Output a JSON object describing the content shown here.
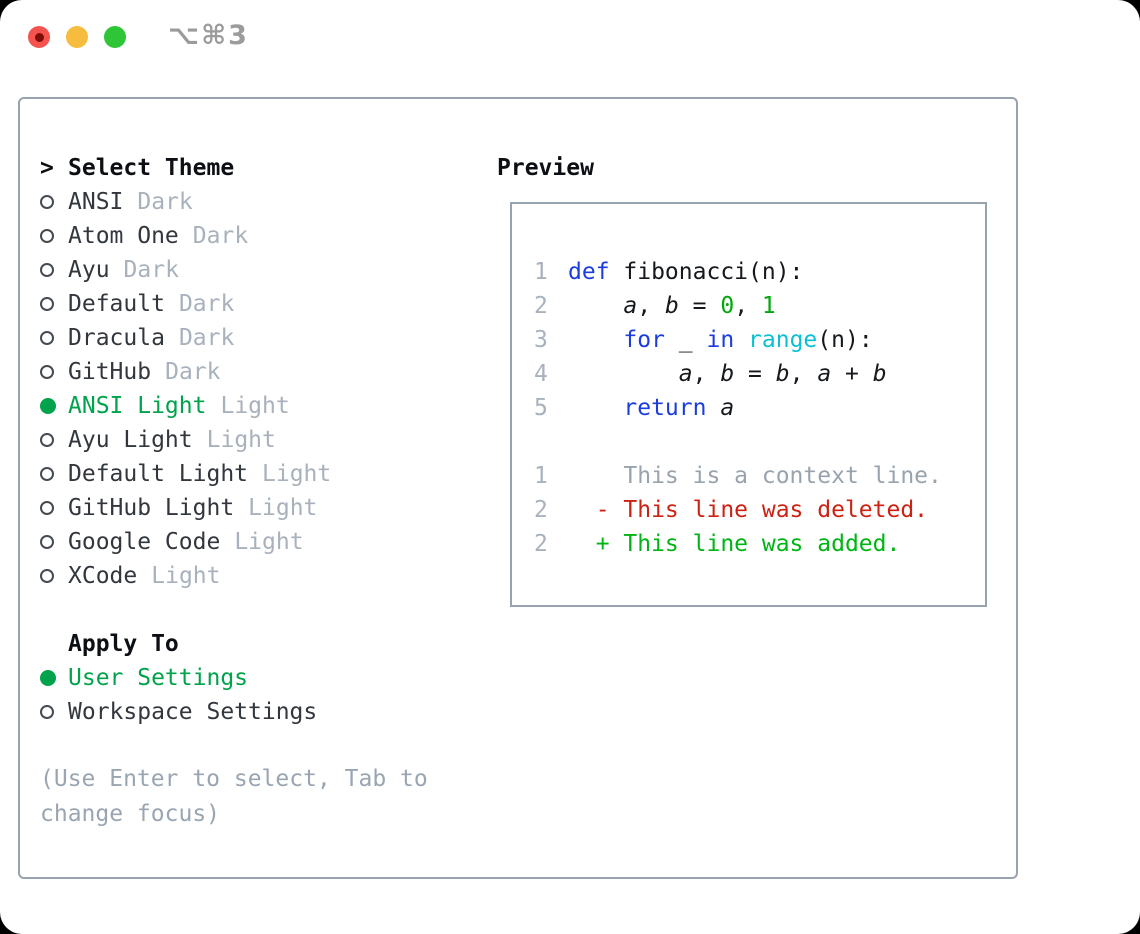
{
  "window": {
    "title": "⌥⌘3",
    "traffic_lights": [
      {
        "name": "close"
      },
      {
        "name": "minimize"
      },
      {
        "name": "zoom"
      }
    ]
  },
  "theme_panel": {
    "prompt": ">",
    "header": "Select Theme",
    "items": [
      {
        "name": "ANSI",
        "tag": "Dark",
        "selected": false
      },
      {
        "name": "Atom One",
        "tag": "Dark",
        "selected": false
      },
      {
        "name": "Ayu",
        "tag": "Dark",
        "selected": false
      },
      {
        "name": "Default",
        "tag": "Dark",
        "selected": false
      },
      {
        "name": "Dracula",
        "tag": "Dark",
        "selected": false
      },
      {
        "name": "GitHub",
        "tag": "Dark",
        "selected": false
      },
      {
        "name": "ANSI Light",
        "tag": "Light",
        "selected": true
      },
      {
        "name": "Ayu Light",
        "tag": "Light",
        "selected": false
      },
      {
        "name": "Default Light",
        "tag": "Light",
        "selected": false
      },
      {
        "name": "GitHub Light",
        "tag": "Light",
        "selected": false
      },
      {
        "name": "Google Code",
        "tag": "Light",
        "selected": false
      },
      {
        "name": "XCode",
        "tag": "Light",
        "selected": false
      }
    ],
    "apply_to": {
      "header": "Apply To",
      "options": [
        {
          "label": "User Settings",
          "selected": true
        },
        {
          "label": "Workspace Settings",
          "selected": false
        }
      ]
    },
    "hint": "(Use Enter to select, Tab to change focus)"
  },
  "preview": {
    "header": "Preview",
    "lines": [
      {
        "num": "1",
        "tokens": [
          {
            "t": "def",
            "c": "kw"
          },
          {
            "t": " fibonacci(n):",
            "c": "plain"
          }
        ]
      },
      {
        "num": "2",
        "tokens": [
          {
            "t": "    ",
            "c": "plain"
          },
          {
            "t": "a",
            "c": "var"
          },
          {
            "t": ", ",
            "c": "plain"
          },
          {
            "t": "b",
            "c": "var"
          },
          {
            "t": " = ",
            "c": "plain"
          },
          {
            "t": "0",
            "c": "num"
          },
          {
            "t": ", ",
            "c": "plain"
          },
          {
            "t": "1",
            "c": "num"
          }
        ]
      },
      {
        "num": "3",
        "tokens": [
          {
            "t": "    ",
            "c": "plain"
          },
          {
            "t": "for",
            "c": "kw"
          },
          {
            "t": " _ ",
            "c": "plain"
          },
          {
            "t": "in",
            "c": "kw"
          },
          {
            "t": " ",
            "c": "plain"
          },
          {
            "t": "range",
            "c": "builtin"
          },
          {
            "t": "(n):",
            "c": "plain"
          }
        ]
      },
      {
        "num": "4",
        "tokens": [
          {
            "t": "        ",
            "c": "plain"
          },
          {
            "t": "a",
            "c": "var"
          },
          {
            "t": ", ",
            "c": "plain"
          },
          {
            "t": "b",
            "c": "var"
          },
          {
            "t": " = ",
            "c": "plain"
          },
          {
            "t": "b",
            "c": "var"
          },
          {
            "t": ", ",
            "c": "plain"
          },
          {
            "t": "a",
            "c": "var"
          },
          {
            "t": " + ",
            "c": "plain"
          },
          {
            "t": "b",
            "c": "var"
          }
        ]
      },
      {
        "num": "5",
        "tokens": [
          {
            "t": "    ",
            "c": "plain"
          },
          {
            "t": "return",
            "c": "kw"
          },
          {
            "t": " ",
            "c": "plain"
          },
          {
            "t": "a",
            "c": "var"
          }
        ]
      },
      {
        "num": "",
        "tokens": []
      },
      {
        "num": "1",
        "tokens": [
          {
            "t": "    This is a context line.",
            "c": "ctx"
          }
        ]
      },
      {
        "num": "2",
        "tokens": [
          {
            "t": "  - This line was deleted.",
            "c": "del"
          }
        ]
      },
      {
        "num": "2",
        "tokens": [
          {
            "t": "  + This line was added.",
            "c": "add"
          }
        ]
      }
    ]
  },
  "colors": {
    "accent_green": "#00a34c",
    "keyword_blue": "#1c3dde",
    "builtin_cyan": "#0cc0d4",
    "number_green": "#00a80e",
    "diff_deleted_red": "#cc2213",
    "diff_added_green": "#00b513",
    "context_gray": "#99a3ad",
    "muted_gray": "#a8b1bc",
    "hint_gray": "#9aa5b2",
    "text_dark": "#2f343a",
    "border_gray": "#99a3ae",
    "traffic_red": "#f4544d",
    "traffic_red_dot": "#7e0d05",
    "traffic_yellow": "#f6bc3e",
    "traffic_green": "#2ec636"
  }
}
